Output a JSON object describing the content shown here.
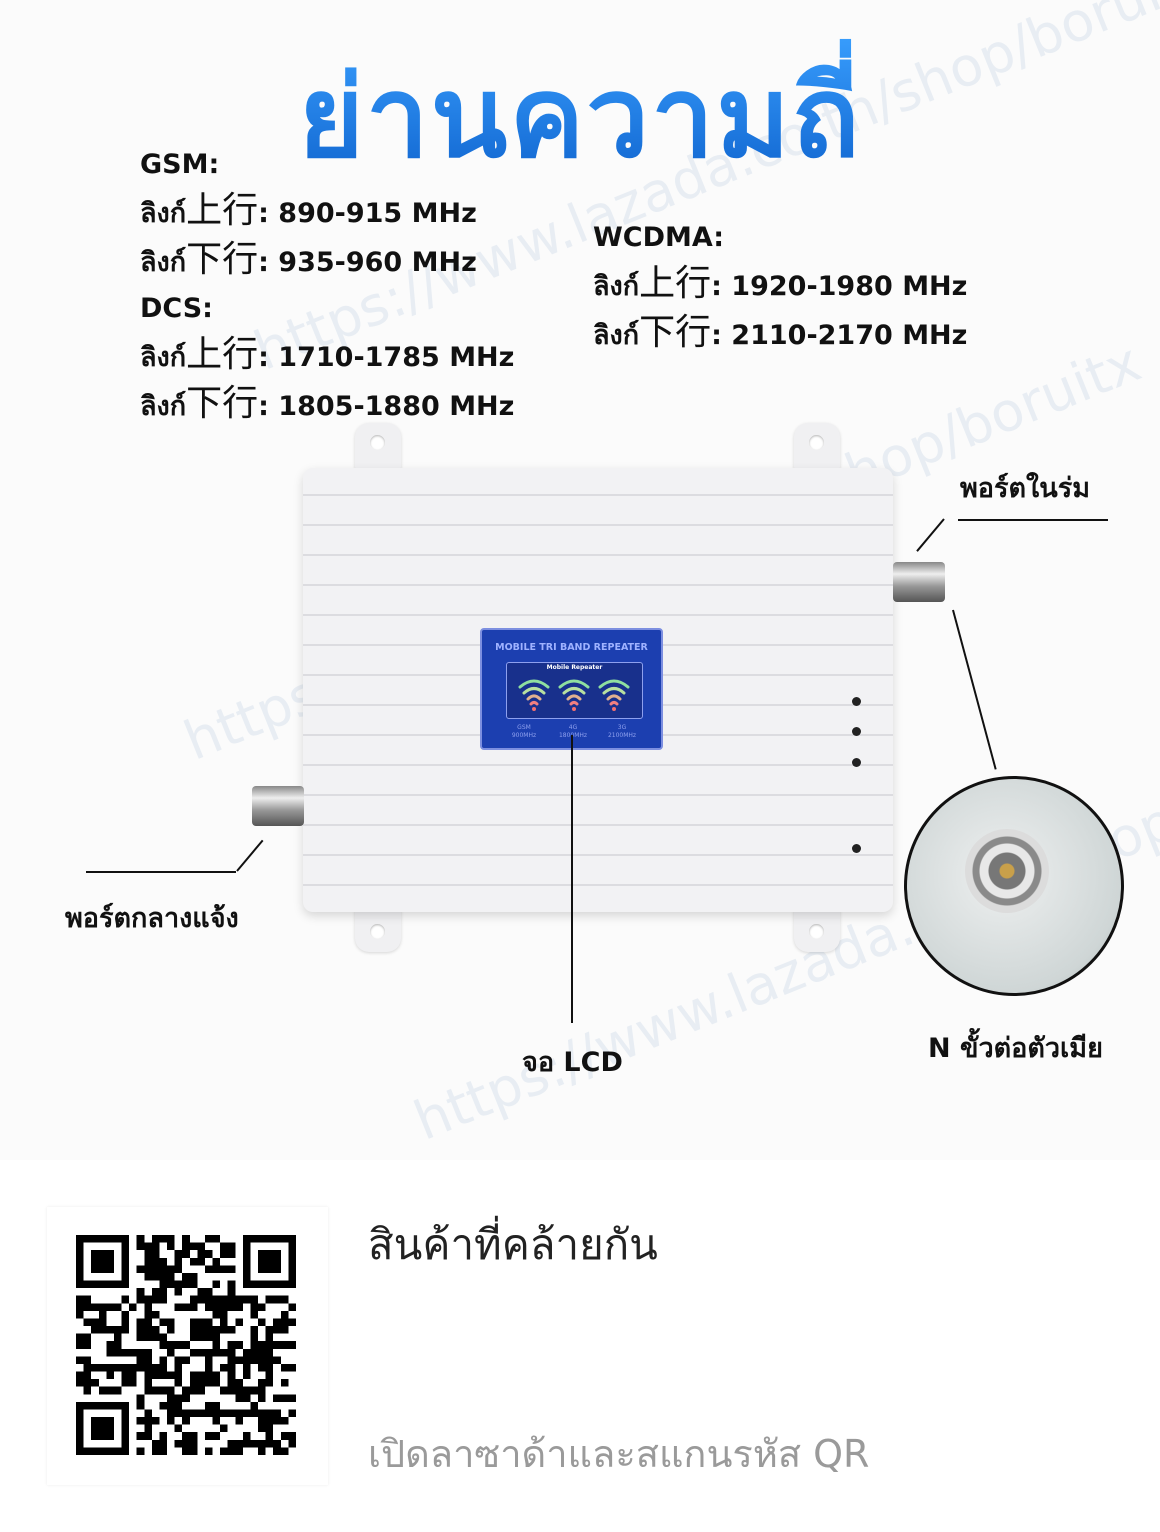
{
  "title": "ย่านความถี่",
  "watermark": "https://www.lazada.co.th/shop/boruitx",
  "specs": {
    "gsm": {
      "name": "GSM:",
      "uplink_prefix": "ลิงก์",
      "uplink_cjk": "上行",
      "uplink": ": 890-915 MHz",
      "downlink_prefix": "ลิงก์",
      "downlink_cjk": "下行",
      "downlink": ": 935-960 MHz"
    },
    "dcs": {
      "name": "DCS:",
      "uplink_prefix": "ลิงก์",
      "uplink_cjk": "上行",
      "uplink": ": 1710-1785 MHz",
      "downlink_prefix": "ลิงก์",
      "downlink_cjk": "下行",
      "downlink": ": 1805-1880 MHz"
    },
    "wcdma": {
      "name": "WCDMA:",
      "uplink_prefix": "ลิงก์",
      "uplink_cjk": "上行",
      "uplink": ": 1920-1980 MHz",
      "downlink_prefix": "ลิงก์",
      "downlink_cjk": "下行",
      "downlink": ": 2110-2170 MHz"
    }
  },
  "callouts": {
    "indoor_port": "พอร์ตในร่ม",
    "outdoor_port": "พอร์ตกลางแจ้ง",
    "lcd": "จอ LCD",
    "n_female": "N ขั้วต่อตัวเมีย"
  },
  "lcd": {
    "header": "MOBILE TRI BAND REPEATER",
    "sub": "Mobile Repeater",
    "bands": [
      {
        "name": "GSM",
        "freq": "900MHz"
      },
      {
        "name": "4G",
        "freq": "1800MHz"
      },
      {
        "name": "3G",
        "freq": "2100MHz"
      }
    ]
  },
  "bottom": {
    "similar": "สินค้าที่คล้ายกัน",
    "scan": "เปิดลาซาด้าและสแกนรหัส QR"
  },
  "colors": {
    "title": "#1a7fe0",
    "lcd": "#1c3fb0"
  }
}
